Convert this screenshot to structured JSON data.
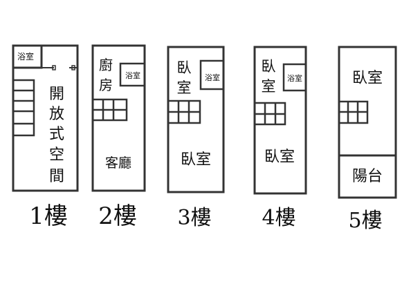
{
  "floors": [
    {
      "caption": "1樓",
      "rooms": {
        "bath": "浴室",
        "main": [
          "開",
          "放",
          "式",
          "空",
          "間"
        ]
      }
    },
    {
      "caption": "2樓",
      "rooms": {
        "kitchen": [
          "廚",
          "房"
        ],
        "bath": "浴室",
        "living": "客廳"
      }
    },
    {
      "caption": "3樓",
      "rooms": {
        "bedroom_small": [
          "臥",
          "室"
        ],
        "bath": "浴室",
        "bedroom": "臥室"
      }
    },
    {
      "caption": "4樓",
      "rooms": {
        "bedroom_small": [
          "臥",
          "室"
        ],
        "bath": "浴室",
        "bedroom": "臥室"
      }
    },
    {
      "caption": "5樓",
      "rooms": {
        "bedroom": "臥室",
        "balcony": "陽台"
      }
    }
  ],
  "colors": {
    "line": "#333333",
    "text": "#111111",
    "background": "#ffffff"
  }
}
